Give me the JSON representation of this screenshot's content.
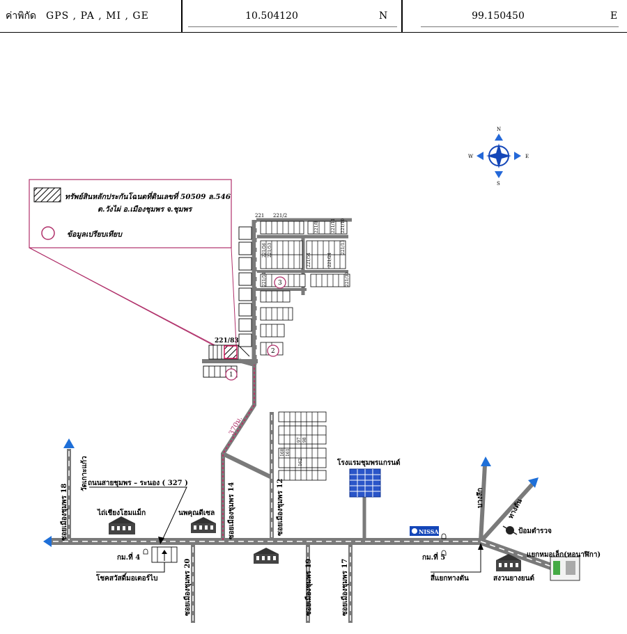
{
  "gps": {
    "label": "ค่าพิกัด",
    "sources": "GPS , PA , MI , GE",
    "lat": "10.504120",
    "lat_dir": "N",
    "lon": "99.150450",
    "lon_dir": "E"
  },
  "compass": {
    "n": "N",
    "s": "S",
    "e": "E",
    "w": "W"
  },
  "legend": {
    "subject_line1": "ทรัพย์สินหลักประกันโฉนดที่ดินเลขที่ 50509 ล.546",
    "subject_line2": "ต.วังไผ่ อ.เมืองชุมพร จ.ชุมพร",
    "comparables": "ข้อมูลเปรียบเทียบ"
  },
  "markers": [
    "1",
    "2",
    "3"
  ],
  "distance": "370ม.",
  "plots": {
    "subject": "221/83",
    "p221": "221",
    "p221_2": "221/2",
    "v221_8": "221/8",
    "v221_11": "221/11",
    "v221_10": "221/10",
    "v221_56": "221/56",
    "v221_53": "221/53",
    "v221_54": "221/54",
    "v221_24": "221/24",
    "v221_13": "221/13",
    "v221_51": "221/51",
    "v221_39": "221/39",
    "s97": "97",
    "s98": "98",
    "s160": "160",
    "s161": "161",
    "s162": "162"
  },
  "roads": {
    "main": "ถนนสายชุมพร – ระนอง ( 327 )",
    "soi18": "ซอยเมืองชุมพร 18",
    "soi14": "ซอยเมืองชุมพร 14",
    "soi12": "ซอยเมืองชุมพร 12",
    "soi20": "ซอยเมืองชุมพร 20",
    "soi19": "ซอยเมืองชุมพร 19",
    "soi17": "ซอยเมืองชุมพร 17",
    "to_wat": "วัดเกาะแก้ว",
    "bang_luek": "บางลึก",
    "tha_tan": "ทางตัน",
    "to_moklek": "แยกหมอเล็ก(หอนาฬิกา)"
  },
  "landmarks": {
    "hotel": "โรงแรมชุมพรแกรนด์",
    "hardware": "ไถ่เชียงโฮมแม็ก",
    "diesel": "นพคุณดีเซล",
    "motor": "โชคสวัสดิ์มอเตอร์ไบ",
    "km4": "กม.ที่ 4",
    "km5": "กม.ที่ 5",
    "nissan": "NISSAN",
    "police": "ป้อมตำรวจ",
    "junction": "สี่แยกทางตัน",
    "tire_shop": "สงวนยางยนต์"
  }
}
